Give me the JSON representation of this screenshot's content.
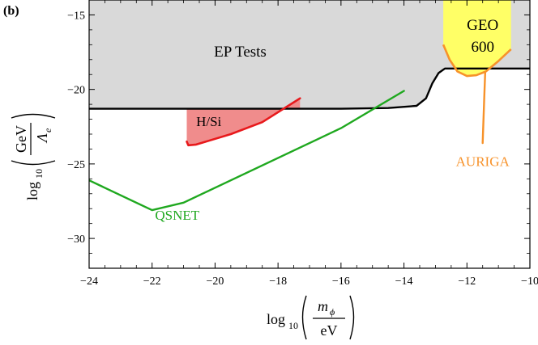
{
  "panel_label": "(b)",
  "chart_data": {
    "type": "line",
    "xlim": [
      -24,
      -10
    ],
    "ylim": [
      -32,
      -14
    ],
    "x_ticks": [
      -24,
      -22,
      -20,
      -18,
      -16,
      -14,
      -12,
      -10
    ],
    "x_tick_labels": [
      "−24",
      "−22",
      "−20",
      "−18",
      "−16",
      "−14",
      "−12",
      "−10"
    ],
    "y_ticks": [
      -30,
      -25,
      -20,
      -15
    ],
    "y_tick_labels": [
      "−30",
      "−25",
      "−20",
      "−15"
    ],
    "xlabel": {
      "prefix": "log",
      "sub": "10",
      "numerator": "m",
      "numerator_sub": "ϕ",
      "denominator": "eV"
    },
    "ylabel": {
      "prefix": "log",
      "sub": "10",
      "numerator": "GeV",
      "denominator": "Λ",
      "denominator_sub": "e"
    },
    "grid": false,
    "colors": {
      "ep_fill": "#d9d9d9",
      "ep_line": "#000000",
      "hsi_fill": "#f08c8c",
      "hsi_line": "#e8191c",
      "geo_fill": "#ffff66",
      "auriga_line": "#f7922a",
      "qsnet_line": "#1fa81f"
    },
    "regions": [
      {
        "name": "EP Tests",
        "label_pos": [
          -19.2,
          -17.8
        ],
        "boundary": [
          [
            -24,
            -21.3
          ],
          [
            -16,
            -21.3
          ],
          [
            -14.5,
            -21.25
          ],
          [
            -13.6,
            -21.1
          ],
          [
            -13.3,
            -20.6
          ],
          [
            -13.1,
            -19.6
          ],
          [
            -12.9,
            -18.9
          ],
          [
            -12.7,
            -18.6
          ],
          [
            -10,
            -18.6
          ]
        ]
      },
      {
        "name": "H/Si",
        "label_pos": [
          -20.2,
          -22.45
        ],
        "boundary": [
          [
            -20.9,
            -23.5
          ],
          [
            -20.85,
            -23.75
          ],
          [
            -20.6,
            -23.7
          ],
          [
            -19.5,
            -23.0
          ],
          [
            -18.5,
            -22.2
          ],
          [
            -17.3,
            -20.6
          ]
        ],
        "top": -21.3
      },
      {
        "name": "GEO\n600",
        "label_lines": [
          "GEO",
          "600"
        ],
        "label_pos": [
          -11.5,
          -16.0
        ],
        "boundary": [
          [
            -12.75,
            -17.0
          ],
          [
            -12.55,
            -18.0
          ],
          [
            -12.3,
            -18.8
          ],
          [
            -12.0,
            -19.1
          ],
          [
            -11.7,
            -19.05
          ],
          [
            -11.4,
            -18.8
          ],
          [
            -11.0,
            -18.1
          ],
          [
            -10.6,
            -17.3
          ]
        ],
        "top": -14
      }
    ],
    "series": [
      {
        "name": "QSNET",
        "color": "#1fa81f",
        "label_pos": [
          -21.2,
          -28.75
        ],
        "x": [
          -24,
          -22,
          -21,
          -16,
          -14
        ],
        "y": [
          -26.1,
          -28.1,
          -27.6,
          -22.6,
          -20.1
        ]
      },
      {
        "name": "AURIGA",
        "color": "#f7922a",
        "label_pos": [
          -11.5,
          -25.15
        ],
        "x": [
          -11.5,
          -11.45,
          -11.42
        ],
        "y": [
          -23.6,
          -20.5,
          -18.9
        ]
      }
    ]
  }
}
